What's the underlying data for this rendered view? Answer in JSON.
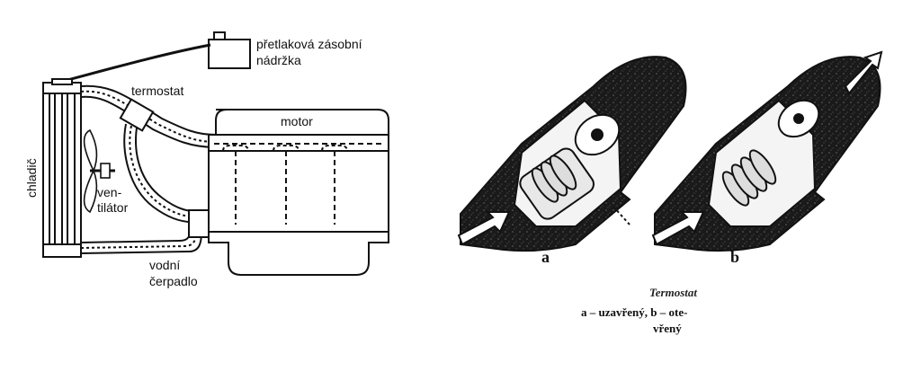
{
  "cooling_diagram": {
    "labels": {
      "tank_line1": "přetlaková zásobní",
      "tank_line2": "nádržka",
      "thermostat": "termostat",
      "motor": "motor",
      "radiator": "chladič",
      "fan_line1": "ven-",
      "fan_line2": "tilátor",
      "pump_line1": "vodní",
      "pump_line2": "čerpadlo"
    }
  },
  "thermostat_figure": {
    "label_a": "a",
    "label_b": "b",
    "caption_title": "Termostat",
    "caption_line1": "a – uzavřený, b – ote-",
    "caption_line2": "vřený"
  }
}
